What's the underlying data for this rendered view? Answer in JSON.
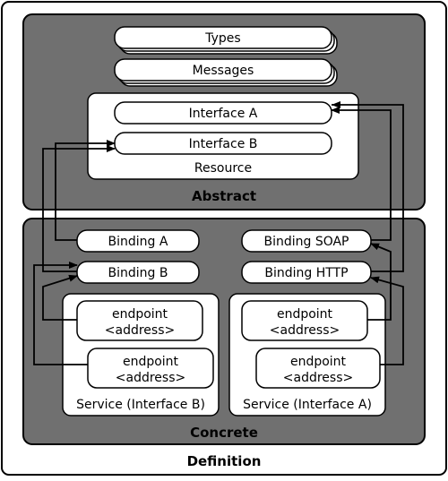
{
  "abstract": {
    "title": "Abstract",
    "types_label": "Types",
    "messages_label": "Messages",
    "resource": {
      "label": "Resource",
      "interface_a": "Interface A",
      "interface_b": "Interface B"
    }
  },
  "concrete": {
    "title": "Concrete",
    "binding_a": "Binding A",
    "binding_b": "Binding B",
    "binding_soap": "Binding SOAP",
    "binding_http": "Binding HTTP",
    "service_b": {
      "label": "Service (Interface B)",
      "endpoint_1": {
        "line1": "endpoint",
        "line2": "<address>"
      },
      "endpoint_2": {
        "line1": "endpoint",
        "line2": "<address>"
      }
    },
    "service_a": {
      "label": "Service (Interface A)",
      "endpoint_1": {
        "line1": "endpoint",
        "line2": "<address>"
      },
      "endpoint_2": {
        "line1": "endpoint",
        "line2": "<address>"
      }
    }
  },
  "definition_title": "Definition",
  "colors": {
    "panel": "#707070",
    "outer": "#ffffff",
    "box": "#ffffff",
    "stroke": "#000000"
  }
}
